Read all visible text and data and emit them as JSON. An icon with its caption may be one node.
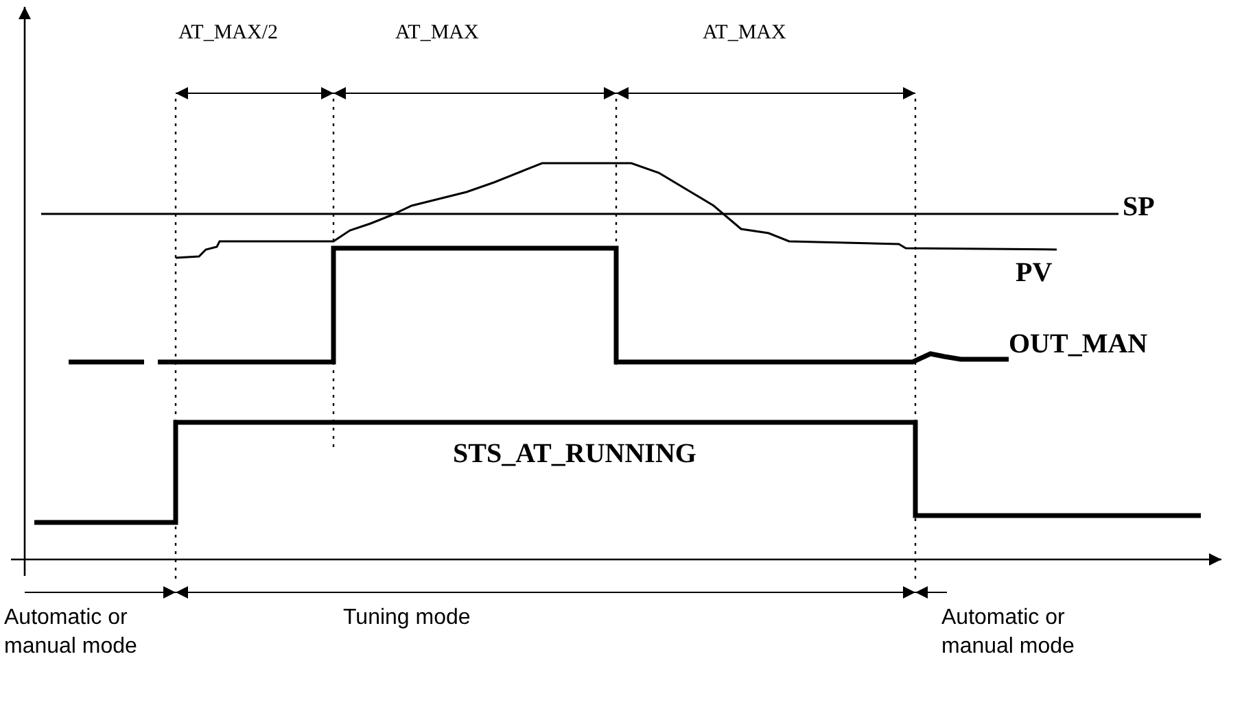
{
  "diagram": {
    "labels": [
      "AT_MAX/2",
      "AT_MAX",
      "AT_MAX",
      "SP",
      "PV",
      "OUT_MAN",
      "STS_AT_RUNNING",
      "Automatic or manual mode",
      "Tuning mode",
      "Automatic or manual mode"
    ]
  }
}
